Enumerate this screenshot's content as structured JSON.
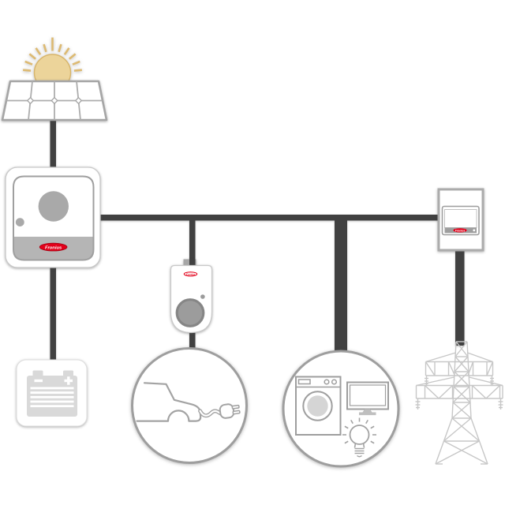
{
  "page": {
    "type": "energy-flow-diagram",
    "background_color": "#ffffff"
  },
  "brand": {
    "name": "Fronius",
    "logo_text": "Fronius",
    "logo_red": "#e2001a"
  },
  "colors": {
    "connection_line": "#414141",
    "device_gray": "#a9a9a9",
    "band_gray": "#b5b5b5",
    "circle_border": "#9e9e9e",
    "icon_stroke": "#a3a3a3",
    "panel_outline": "#a5a5a5",
    "tower_gray": "#c7c7c7",
    "sun_fill": "#ecd49a",
    "sun_ray": "#ddba72",
    "battery_gray": "#d9d9d9"
  },
  "nodes": [
    {
      "id": "sun",
      "icon": "sun-icon"
    },
    {
      "id": "pv-panel",
      "icon": "solar-panel-icon"
    },
    {
      "id": "inverter",
      "icon": "inverter-icon",
      "logo": "Fronius"
    },
    {
      "id": "battery",
      "icon": "battery-icon"
    },
    {
      "id": "wallbox",
      "icon": "ev-charger-icon",
      "logo": "Fronius"
    },
    {
      "id": "electric-car",
      "icon": "car-plug-icon"
    },
    {
      "id": "household-loads",
      "icon": "appliances-icon",
      "sub_icons": [
        "washing-machine-icon",
        "monitor-icon",
        "light-bulb-icon"
      ]
    },
    {
      "id": "smart-meter",
      "icon": "smart-meter-icon",
      "logo": "Fronius"
    },
    {
      "id": "grid",
      "icon": "power-tower-icon"
    }
  ],
  "connections": [
    {
      "from": "pv-panel",
      "to": "inverter"
    },
    {
      "from": "inverter",
      "to": "battery"
    },
    {
      "from": "inverter",
      "to": "smart-meter"
    },
    {
      "from": "inverter",
      "to": "wallbox"
    },
    {
      "from": "wallbox",
      "to": "electric-car"
    },
    {
      "from": "inverter",
      "to": "household-loads"
    },
    {
      "from": "smart-meter",
      "to": "grid"
    }
  ]
}
